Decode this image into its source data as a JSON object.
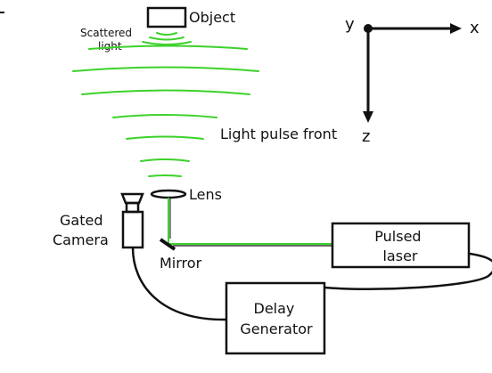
{
  "labels": {
    "object": "Object",
    "scattered_light_line1": "Scattered",
    "scattered_light_line2": "light",
    "light_pulse_front": "Light pulse front",
    "lens": "Lens",
    "gated_camera_line1": "Gated",
    "gated_camera_line2": "Camera",
    "mirror": "Mirror",
    "pulsed_laser_line1": "Pulsed",
    "pulsed_laser_line2": "laser",
    "delay_generator_line1": "Delay",
    "delay_generator_line2": "Generator"
  },
  "axes": {
    "origin_label": "y",
    "horizontal_label": "x",
    "vertical_label": "z"
  },
  "colors": {
    "light": "#3cd22a",
    "ink": "#111111",
    "background": "#ffffff"
  }
}
